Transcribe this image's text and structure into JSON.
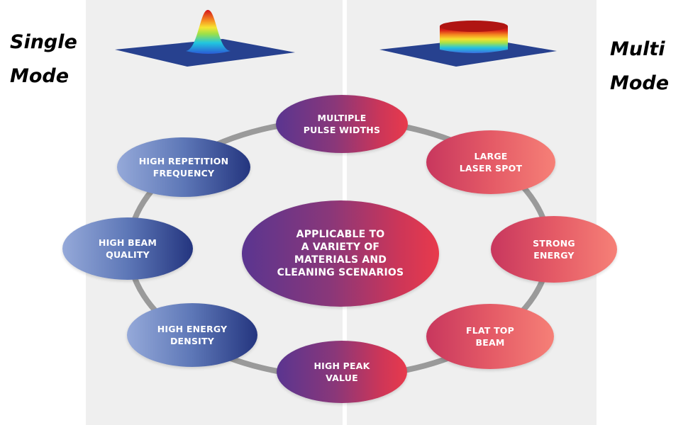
{
  "labels": {
    "single_mode": "Single\nMode",
    "multi_mode": "Multi\nMode"
  },
  "center": {
    "text": "APPLICABLE TO\nA VARIETY OF\nMATERIALS  AND\nCLEANING SCENARIOS"
  },
  "features": {
    "multiple_pulse_widths": "MULTIPLE\nPULSE WIDTHS",
    "high_repetition_frequency": "HIGH REPETITION\nFREQUENCY",
    "high_beam_quality": "HIGH BEAM\nQUALITY",
    "high_energy_density": "HIGH ENERGY\nDENSITY",
    "high_peak_value": "HIGH PEAK\nVALUE",
    "large_laser_spot": "LARGE\nLASER SPOT",
    "strong_energy": "STRONG\nENERGY",
    "flat_top_beam": "FLAT TOP\nBEAM"
  },
  "colors": {
    "ring": "#9a9a9a",
    "single_mode_bubbles": "#3b55a0",
    "multi_mode_bubbles": "#e0505f",
    "center_bubble": "#8a3779",
    "plate": "#27418f"
  },
  "icons": {
    "single_mode_beam": "gaussian-beam-profile-icon",
    "multi_mode_beam": "flat-top-beam-profile-icon"
  }
}
